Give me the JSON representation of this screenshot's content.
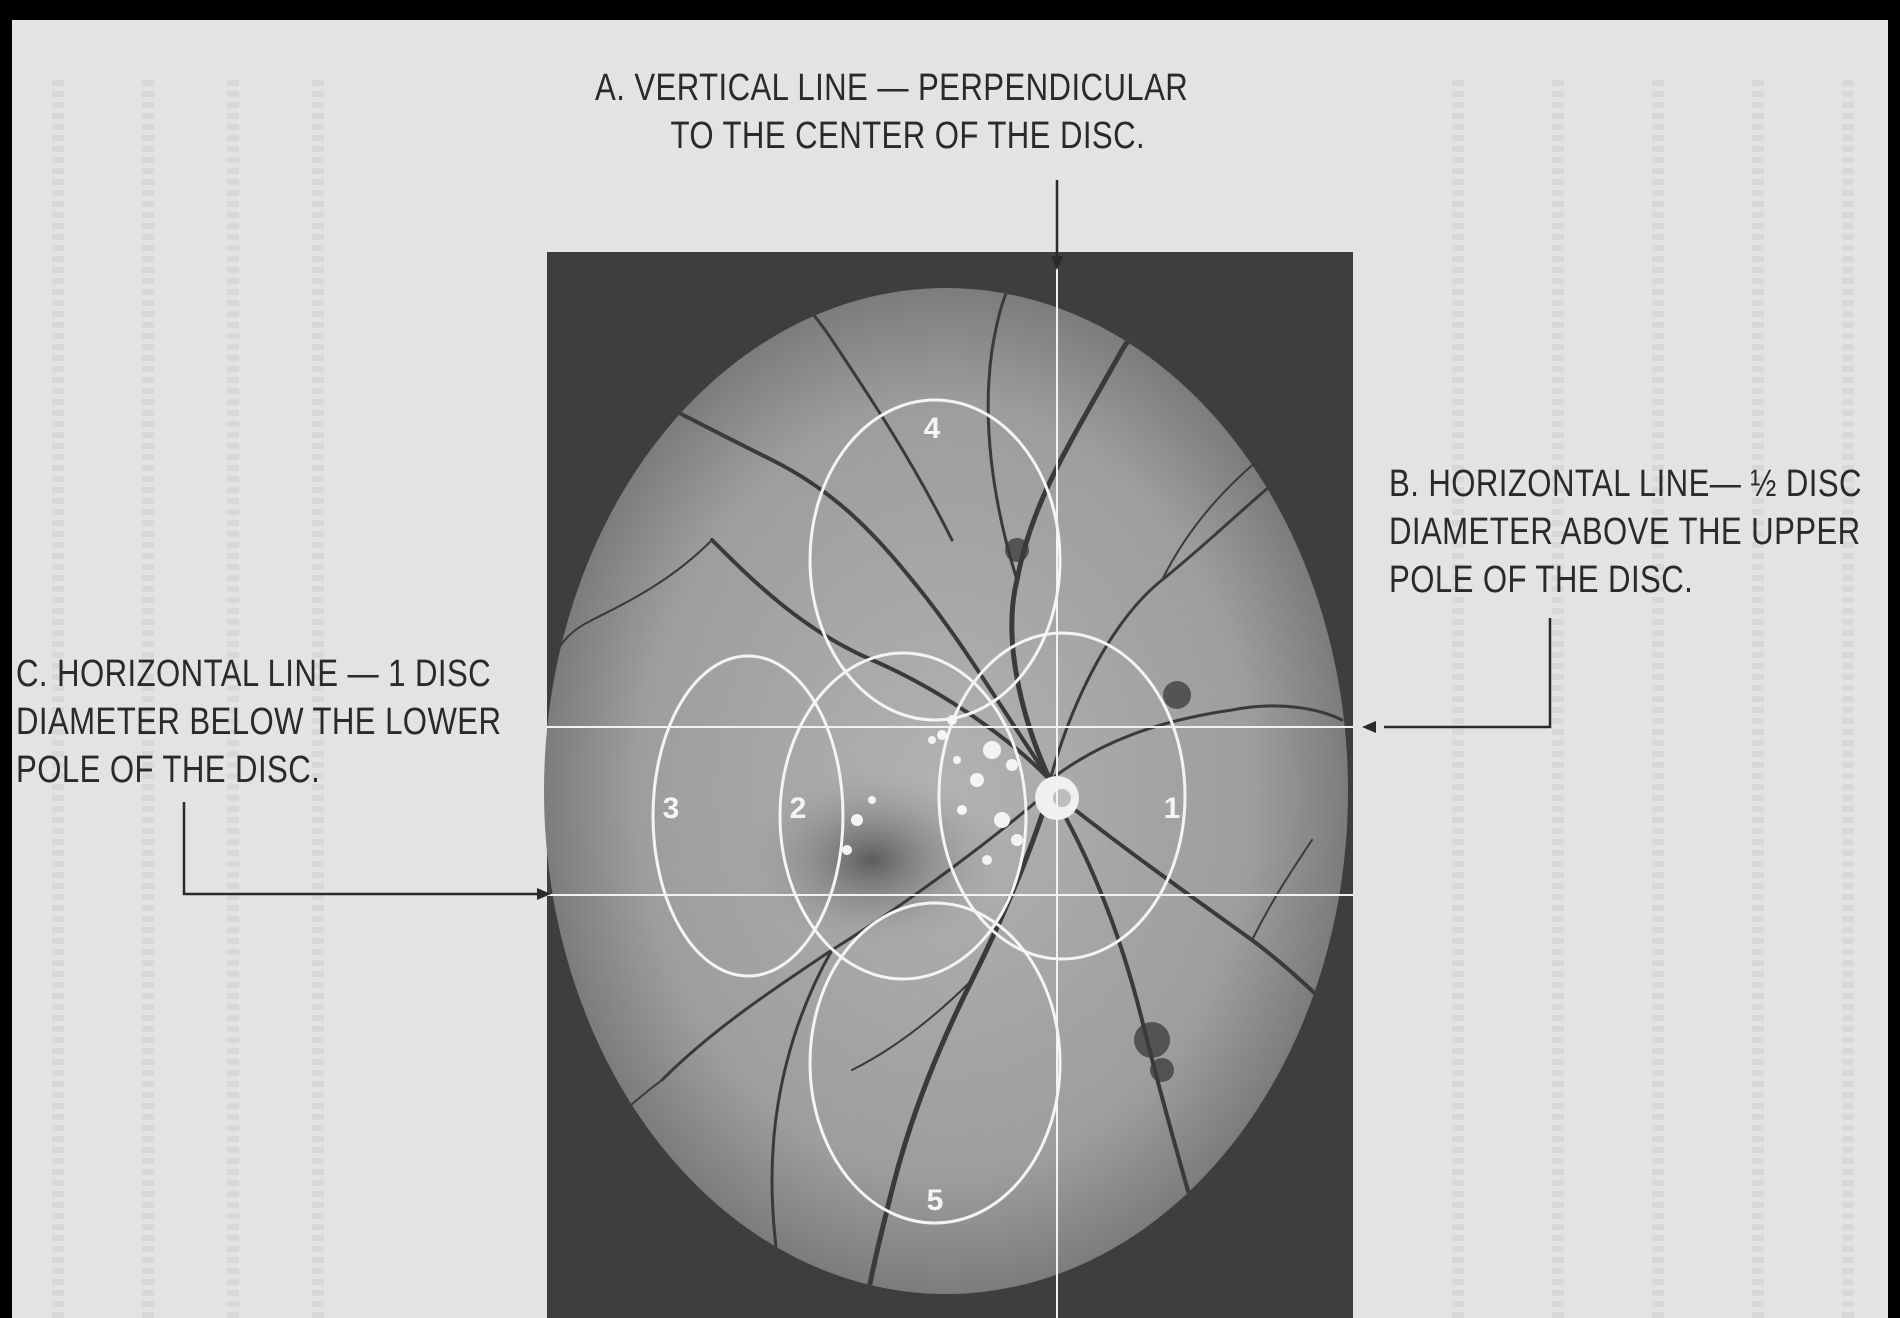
{
  "labels": {
    "vertical": {
      "line1": "A. VERTICAL  LINE — PERPENDICULAR",
      "line2": "TO THE CENTER OF THE DISC."
    },
    "horizontal_upper": {
      "line1": "B. HORIZONTAL LINE— ½ DISC",
      "line2": "DIAMETER ABOVE THE UPPER",
      "line3": "POLE OF THE DISC."
    },
    "horizontal_lower": {
      "line1": "C. HORIZONTAL  LINE — 1  DISC",
      "line2": "DIAMETER BELOW THE LOWER",
      "line3": "POLE  OF  THE  DISC."
    }
  },
  "field_numbers": [
    "1",
    "2",
    "3",
    "4",
    "5"
  ],
  "colors": {
    "paper": "#e3e3e1",
    "ink": "#2a2a2a",
    "photo_background": "#3e3e3e",
    "fundus": "#a3a3a1",
    "overlay": "#f2f2f2"
  }
}
